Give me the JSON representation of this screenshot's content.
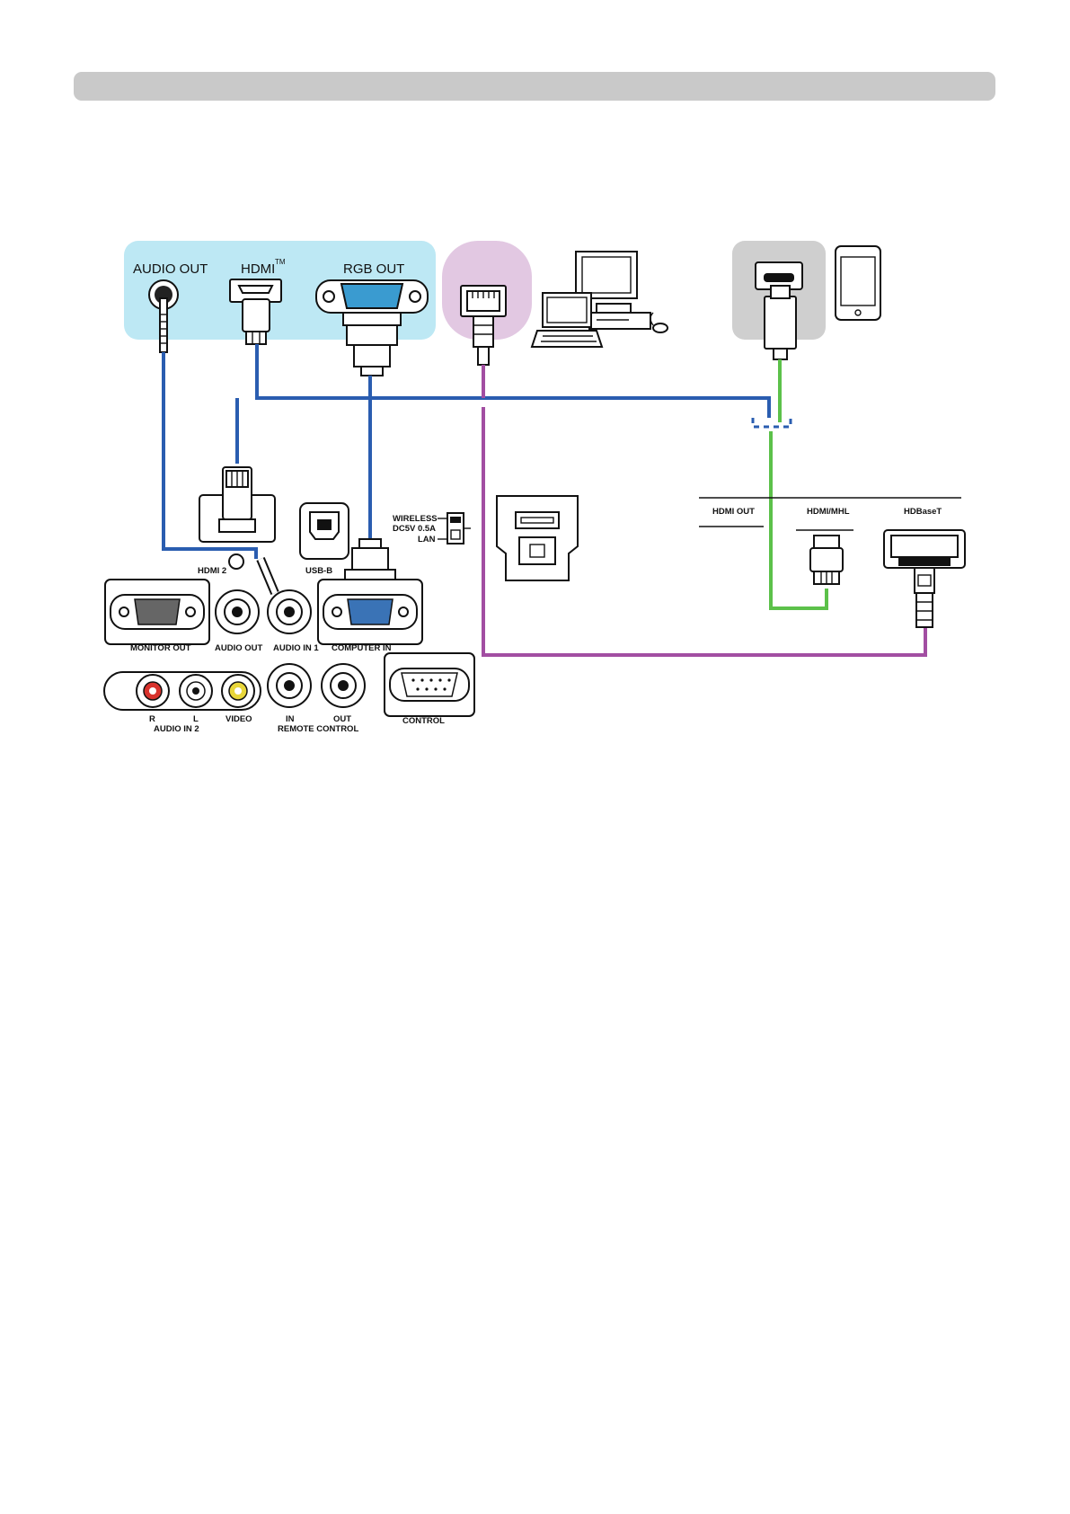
{
  "source_ports": {
    "audio_out": "AUDIO OUT",
    "hdmi": "HDMI",
    "hdmi_tm": "TM",
    "rgb_out": "RGB OUT"
  },
  "projector_panel": {
    "hdmi2": "HDMI 2",
    "usb_b": "USB-B",
    "wireless": "WIRELESS",
    "dc5v": "DC5V 0.5A",
    "lan": "LAN",
    "monitor_out": "MONITOR OUT",
    "audio_out": "AUDIO OUT",
    "audio_in_1": "AUDIO IN 1",
    "computer_in": "COMPUTER IN",
    "r": "R",
    "l": "L",
    "video": "VIDEO",
    "audio_in_2": "AUDIO IN 2",
    "in": "IN",
    "out": "OUT",
    "remote_control": "REMOTE CONTROL",
    "control": "CONTROL"
  },
  "hdbaset_box": {
    "hdmi_out": "HDMI  OUT",
    "hdmi_mhl": "HDMI/MHL",
    "hdbaset": "HDBaseT"
  },
  "colors": {
    "source_panel_bg": "#bde8f4",
    "lan_bubble_bg": "#e2c8e2",
    "mobile_bubble_bg": "#cfcfcf",
    "hdmi_cable_blue": "#2a5db0",
    "lan_cable_purple": "#a24ea2",
    "mhl_cable_green": "#5cc14a",
    "header_bar_gray": "#c9c9c9"
  },
  "icons": [
    "laptop-and-desktop-computer-icon",
    "smartphone-icon"
  ]
}
